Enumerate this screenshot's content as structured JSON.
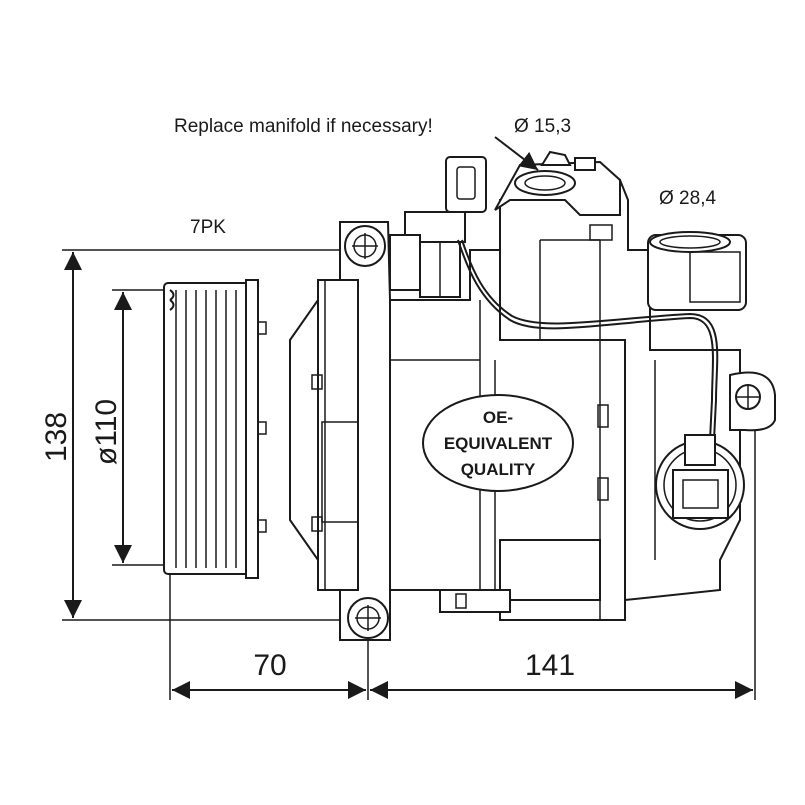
{
  "annotations": {
    "replace_note": "Replace manifold if necessary!",
    "port_small": "Ø 15,3",
    "port_large": "Ø 28,4",
    "belt": "7PK"
  },
  "dimensions": {
    "height": "138",
    "pulley_diameter": "ø110",
    "pulley_offset": "70",
    "body_length": "141"
  },
  "badge": {
    "line1": "OE-",
    "line2": "EQUIVALENT",
    "line3": "QUALITY"
  }
}
